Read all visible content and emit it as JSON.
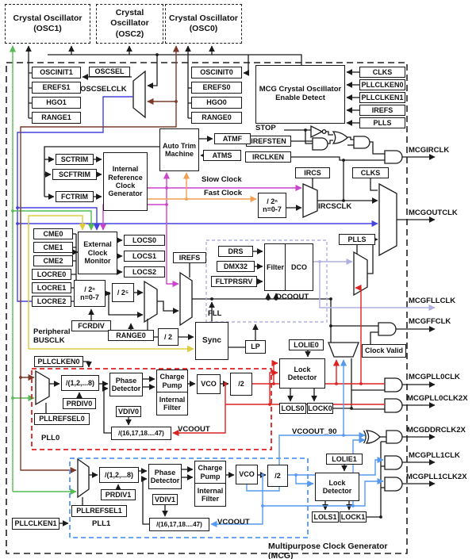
{
  "title": "Multipurpose Clock Generator (MCG)",
  "oscillators": {
    "osc1": "Crystal Oscillator\n(OSC1)",
    "osc2": "Crystal Oscillator\n(OSC2)",
    "osc0": "Crystal Oscillator\n(OSC0)"
  },
  "osc1_regs": {
    "oscinit": "OSCINIT1",
    "erefs": "EREFS1",
    "hgo": "HGO1",
    "range": "RANGE1"
  },
  "osc0_regs": {
    "oscinit": "OSCINIT0",
    "erefs": "EREFS0",
    "hgo": "HGO0",
    "range": "RANGE0"
  },
  "oscsel": {
    "box": "OSCSEL",
    "clk_label": "OSCSELCLK"
  },
  "enable_detect": {
    "title": "MCG Crystal Oscillator\nEnable Detect",
    "inputs": [
      "CLKS",
      "PLLCLKEN0",
      "PLLCLKEN1",
      "IREFS",
      "PLLS"
    ]
  },
  "irclk": {
    "stop": "STOP",
    "irefsten": "IREFSTEN",
    "irclken": "IRCLKEN"
  },
  "trim": {
    "sctrim": "SCTRIM",
    "scftrim": "SCFTRIM",
    "fctrim": "FCTRIM",
    "ircg": "Internal\nReference\nClock\nGenerator",
    "atm": "Auto Trim\nMachine",
    "atmf": "ATMF",
    "atms": "ATMS"
  },
  "clocks": {
    "slow": "Slow Clock",
    "fast": "Fast Clock",
    "div2n_full": "/ 2ⁿ\nn=0-7",
    "ircs": "IRCS",
    "ircsclk": "IRCSCLK",
    "clks": "CLKS"
  },
  "monitor": {
    "cme": [
      "CME0",
      "CME1",
      "CME2"
    ],
    "locre": [
      "LOCRE0",
      "LOCRE1",
      "LOCRE2"
    ],
    "ecm": "External\nClock\nMonitor",
    "locs": [
      "LOCS0",
      "LOCS1",
      "LOCS2"
    ]
  },
  "fll": {
    "irefs": "IREFS",
    "label": "FLL",
    "drs": "DRS",
    "dmx32": "DMX32",
    "fltprsrv": "FLTPRSRV",
    "filter": "Filter",
    "dco": "DCO",
    "dcoout": "DCOOUT",
    "plls": "PLLS",
    "div2n_full": "/ 2ⁿ\nn=0-7",
    "div25": "/ 2⁵",
    "fcrdiv": "FCRDIV",
    "range0": "RANGE0",
    "div2": "/ 2",
    "sync": "Sync",
    "lp": "LP",
    "busclk": "Peripheral\nBUSCLK"
  },
  "clock_valid": {
    "box": "Clock Valid"
  },
  "pll0": {
    "label": "PLL0",
    "pllclken": "PLLCLKEN0",
    "pllrefsel": "PLLREFSEL0",
    "prediv": "/(1,2,...8)",
    "prdiv": "PRDIV0",
    "phase": "Phase\nDetector",
    "vdiv": "VDIV0",
    "charge": "Charge\nPump",
    "intfilter": "Internal\nFilter",
    "vco": "VCO",
    "div2": "/2",
    "fbdiv": "/(16,17,18....47)",
    "vcoout": "VCOOUT",
    "lolie": "LOLIE0",
    "lock_detector": "Lock\nDetector",
    "lols": "LOLS0",
    "lock": "LOCK0"
  },
  "pll1": {
    "label": "PLL1",
    "pllclken": "PLLCLKEN1",
    "pllrefsel": "PLLREFSEL1",
    "prediv": "/(1,2,...8)",
    "prdiv": "PRDIV1",
    "phase": "Phase\nDetector",
    "vdiv": "VDIV1",
    "charge": "Charge\nPump",
    "intfilter": "Internal\nFilter",
    "vco": "VCO",
    "div2": "/2",
    "fbdiv": "/(16,17,18....47)",
    "vcoout": "VCOOUT",
    "vcoout_90": "VCOOUT_90",
    "lolie": "LOLIE1",
    "lock_detector": "Lock\nDetector",
    "lols": "LOLS1",
    "lock": "LOCK1"
  },
  "outputs": {
    "mcgirclk": "MCGIRCLK",
    "mcgoutclk": "MCGOUTCLK",
    "mcgfllclk": "MCGFLLCLK",
    "mcgffclk": "MCGFFCLK",
    "mcgpll0clk": "MCGPLL0CLK",
    "mcgpll0clk2x": "MCGPLL0CLK2X",
    "mcgddrclk2x": "MCGDDRCLK2X",
    "mcgpll1clk": "MCGPLL1CLK",
    "mcgpll1clk2x": "MCGPLL1CLK2X"
  },
  "colors": {
    "pll0_border": "#dd2222",
    "pll1_border": "#5599ee",
    "fll_border": "#b0b0e0",
    "wire_red": "#dd2222",
    "wire_blue": "#4444dd",
    "wire_lightblue": "#5599ee",
    "wire_green": "#55bb55",
    "wire_yellow": "#e0cc44",
    "wire_maroon": "#7a3a2a",
    "wire_magenta": "#cc44cc",
    "wire_orange": "#f0a050",
    "wire_lavender": "#b0b0e0"
  }
}
